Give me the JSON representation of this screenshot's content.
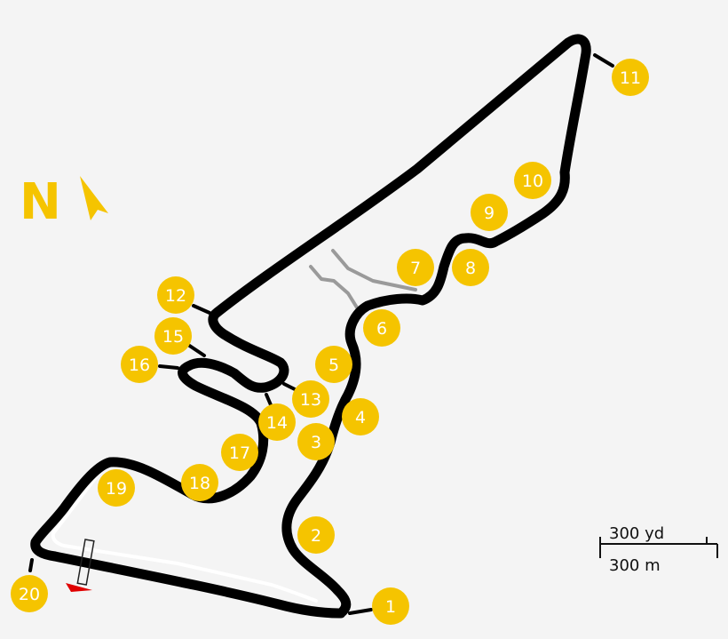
{
  "map": {
    "colors": {
      "background": "#f4f4f4",
      "track": "#000000",
      "pit_lane": "#ffffff",
      "old_layout": "#9a9a9a",
      "marker": "#f5c400",
      "marker_text": "#ffffff",
      "start_flag": "#e00000"
    },
    "compass": {
      "label": "N",
      "icon": "north-arrow-icon"
    },
    "scale": {
      "imperial": "300 yd",
      "metric": "300 m"
    },
    "turns": [
      "1",
      "2",
      "3",
      "4",
      "5",
      "6",
      "7",
      "8",
      "9",
      "10",
      "11",
      "12",
      "13",
      "14",
      "15",
      "16",
      "17",
      "18",
      "19",
      "20"
    ]
  }
}
